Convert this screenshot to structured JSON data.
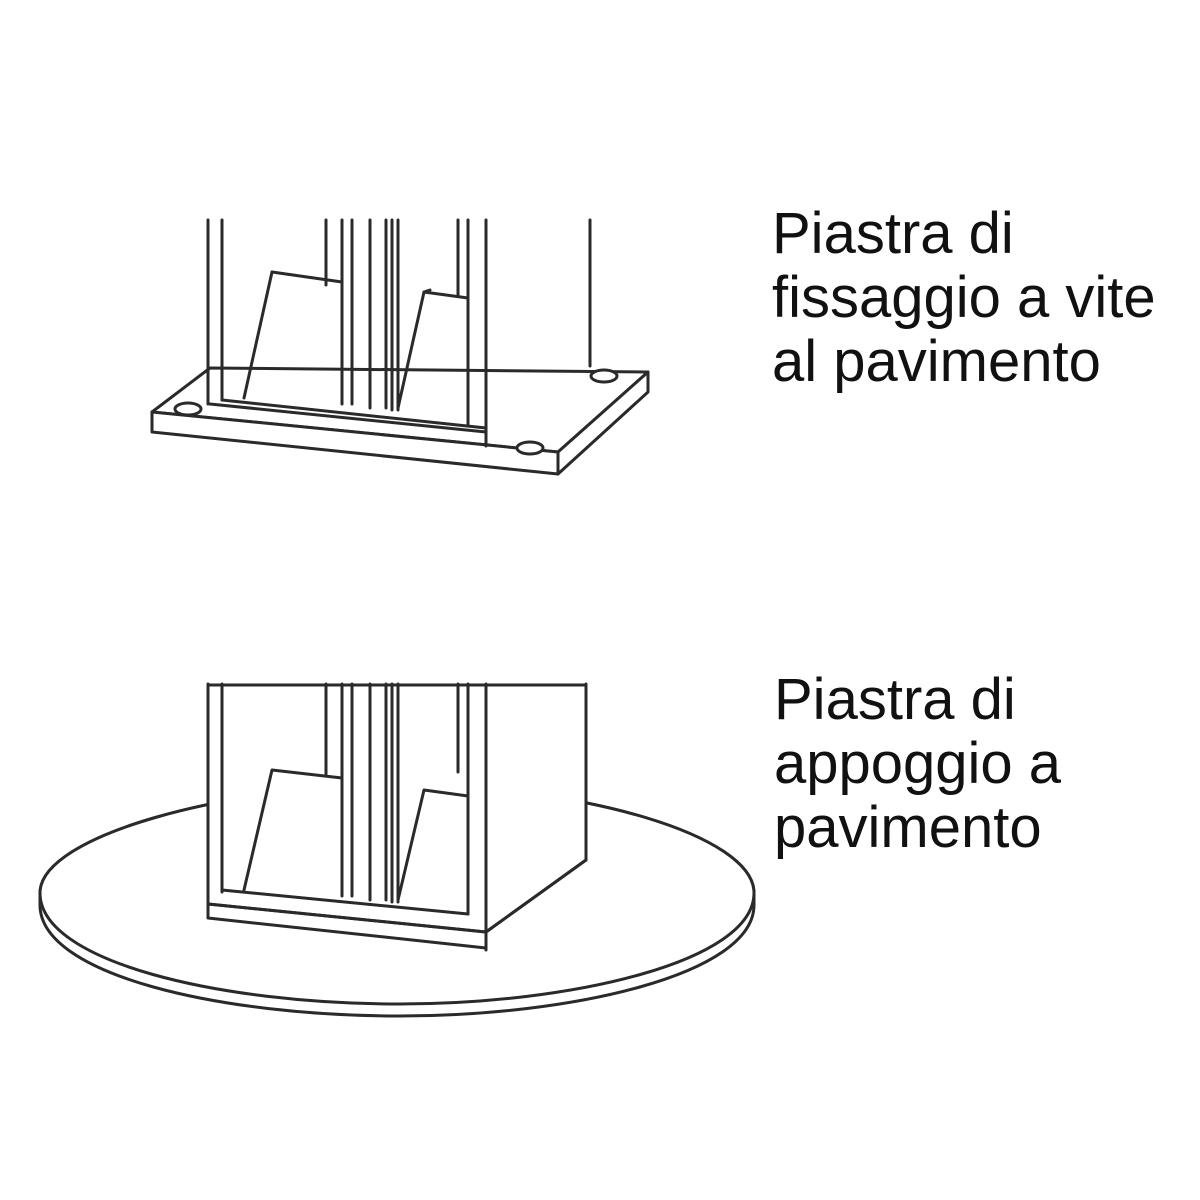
{
  "colors": {
    "line": "#2a2a2a",
    "text": "#111111",
    "background": "#ffffff"
  },
  "labels": {
    "top": [
      "Piastra di",
      "fissaggio a vite",
      "al pavimento"
    ],
    "bottom": [
      "Piastra di",
      "appoggio a",
      "pavimento"
    ]
  }
}
